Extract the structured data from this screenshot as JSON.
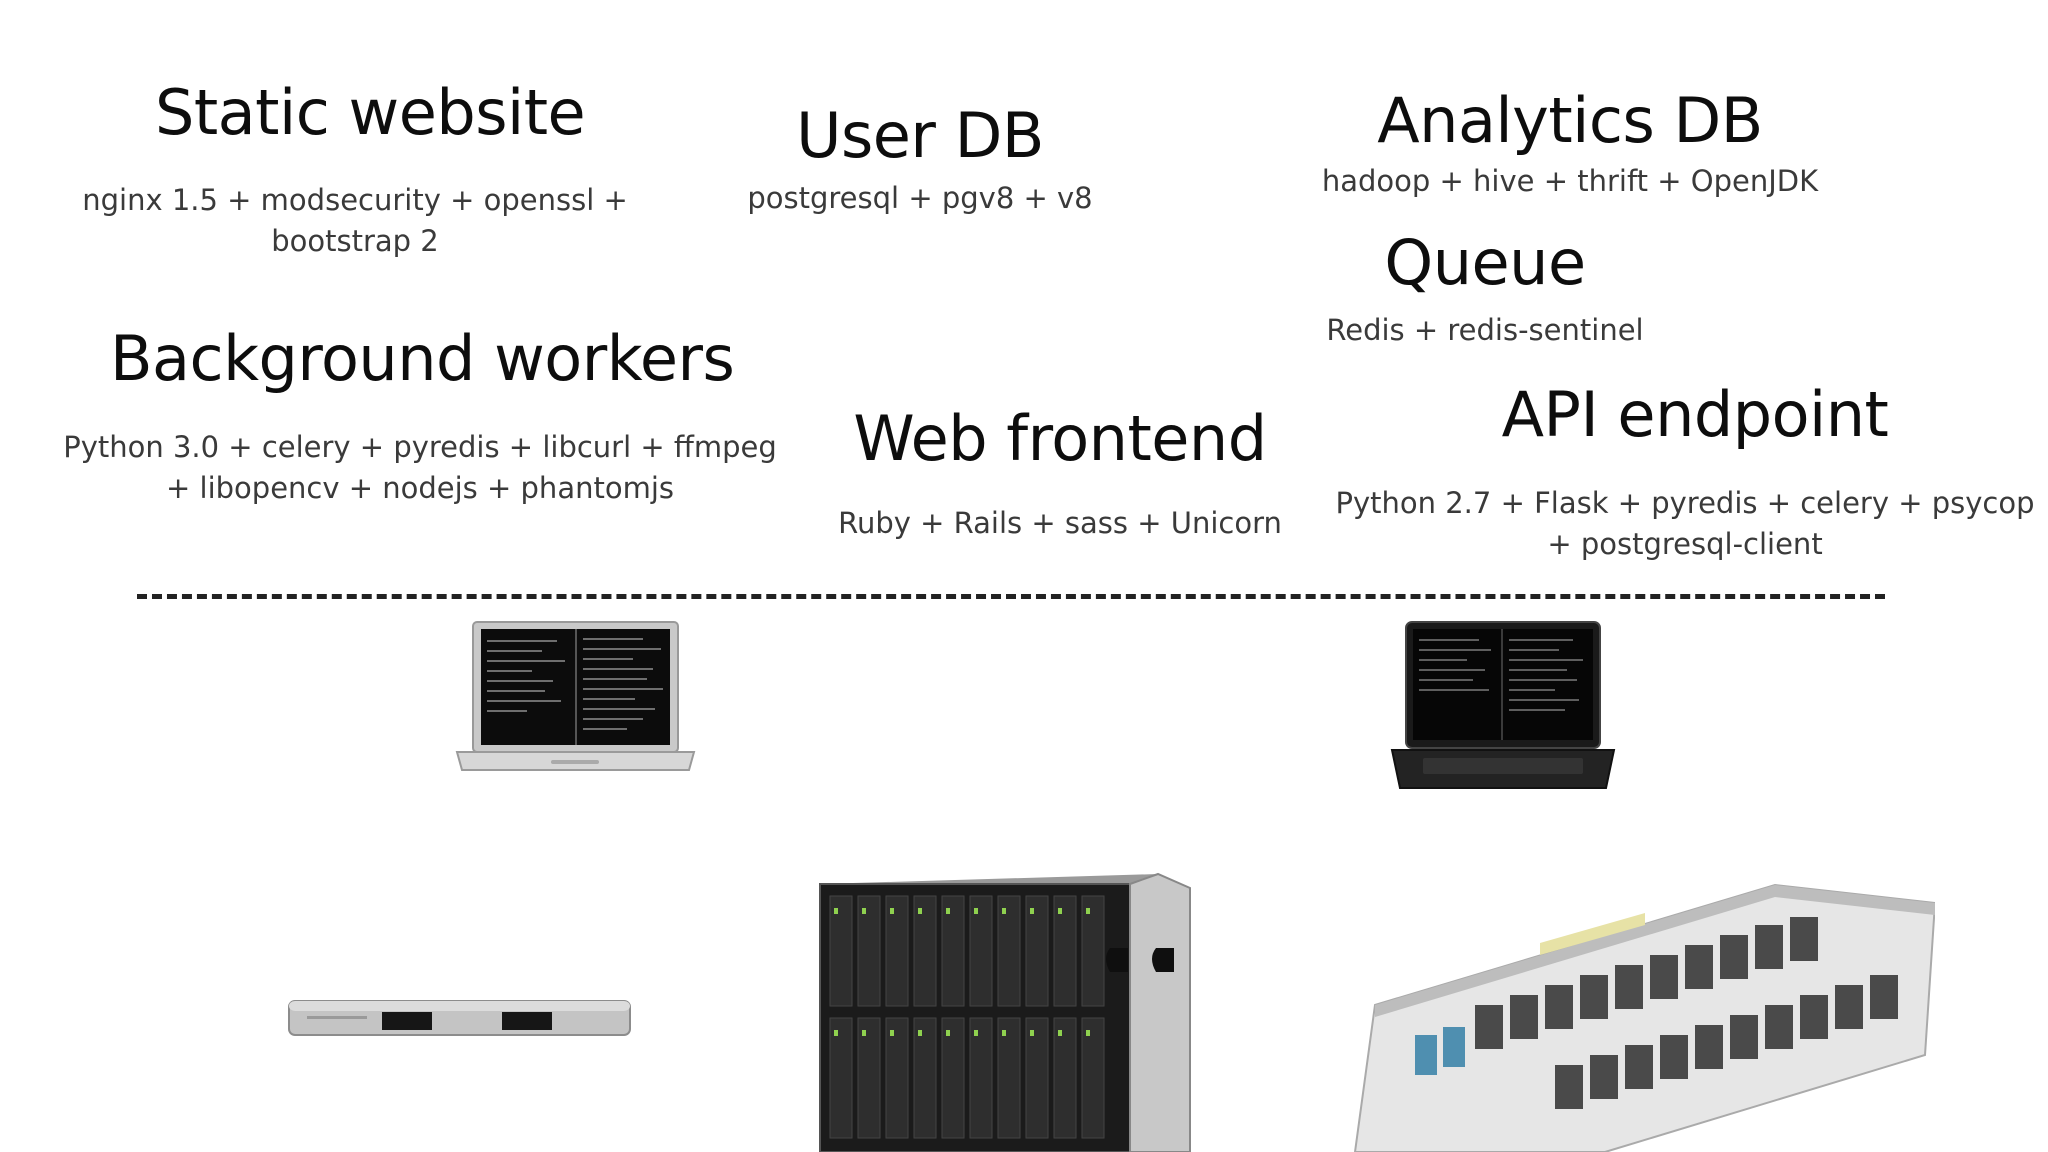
{
  "components": {
    "static_website": {
      "title": "Static website",
      "stack": [
        "nginx 1.5 + modsecurity + openssl +",
        "bootstrap 2"
      ]
    },
    "user_db": {
      "title": "User DB",
      "stack": [
        "postgresql + pgv8 + v8"
      ]
    },
    "analytics_db": {
      "title": "Analytics DB",
      "stack": [
        "hadoop + hive + thrift + OpenJDK"
      ]
    },
    "queue": {
      "title": "Queue",
      "stack": [
        "Redis + redis-sentinel"
      ]
    },
    "background_workers": {
      "title": "Background workers",
      "stack": [
        "Python 3.0 + celery + pyredis + libcurl + ffmpeg",
        "+ libopencv + nodejs + phantomjs"
      ]
    },
    "web_frontend": {
      "title": "Web frontend",
      "stack": [
        "Ruby + Rails + sass + Unicorn"
      ]
    },
    "api_endpoint": {
      "title": "API endpoint",
      "stack": [
        "Python 2.7 + Flask + pyredis + celery + psycop",
        "+ postgresql-client"
      ]
    }
  },
  "devices": [
    "silver-laptop-icon",
    "black-laptop-icon",
    "rack-server-icon",
    "blade-chassis-icon",
    "datacenter-icon"
  ],
  "colors": {
    "title": "#0d0d0d",
    "subtitle": "#3a3a3a",
    "divider": "#222222"
  }
}
